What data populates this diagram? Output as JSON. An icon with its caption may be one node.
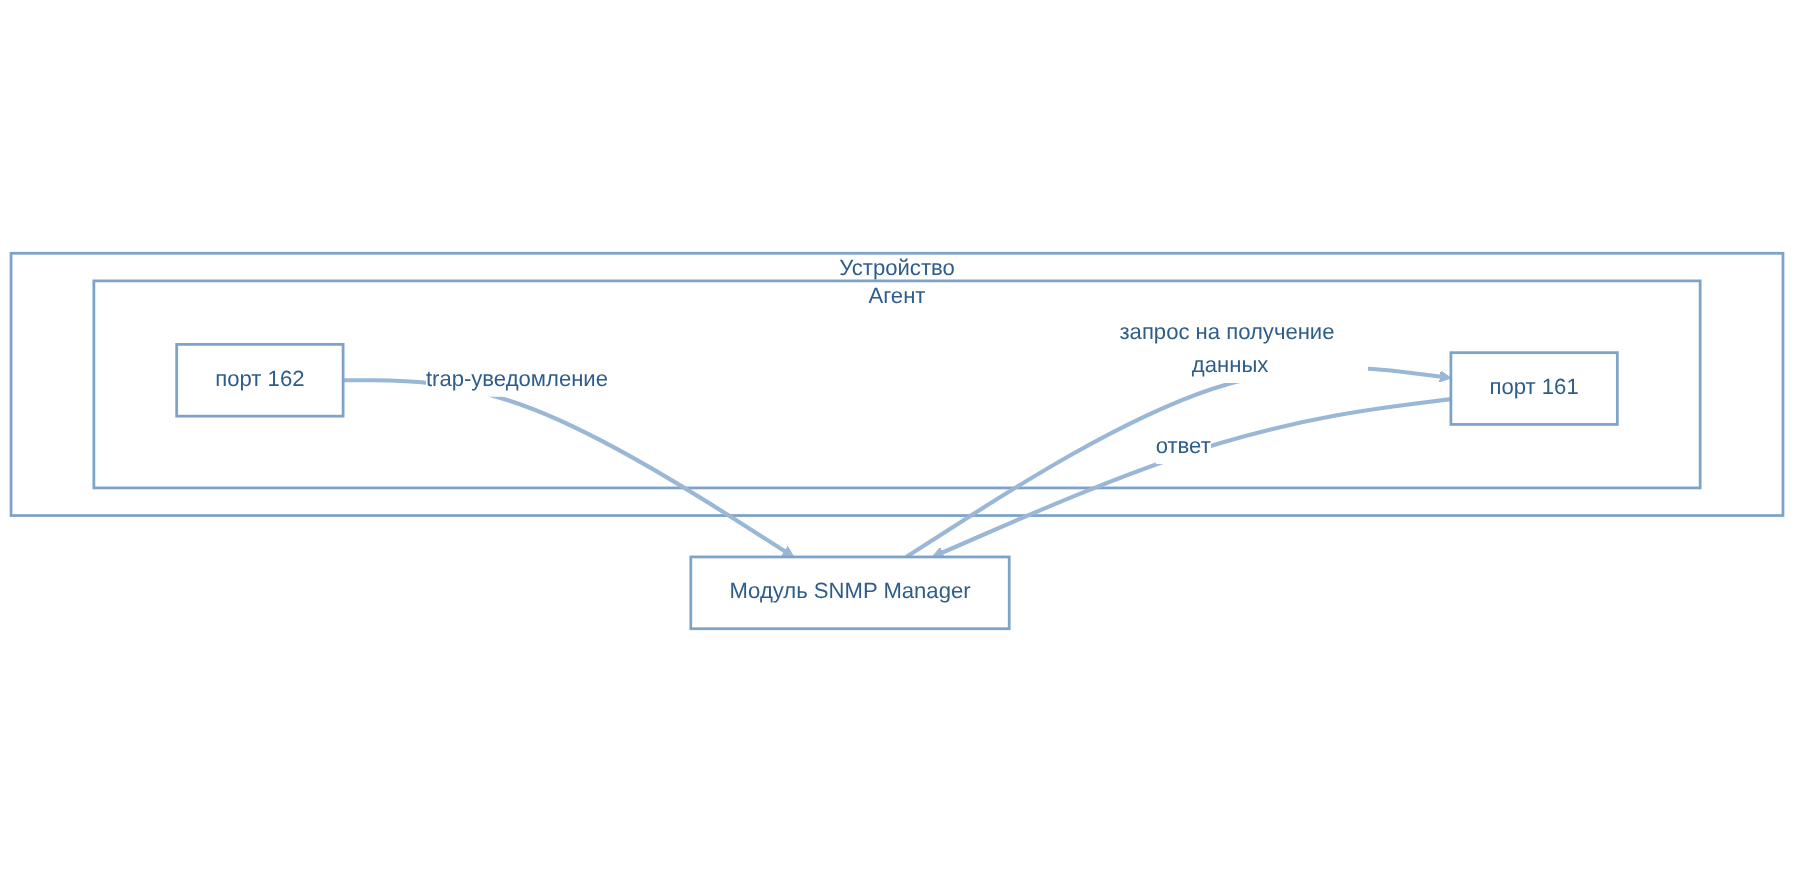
{
  "diagram": {
    "nodes": [
      {
        "text": [
          "Модуль SNMP Manager"
        ]
      },
      {
        "text": [
          "Устройство"
        ]
      },
      {
        "text": [
          "Агент"
        ],
        "in": 1
      },
      {
        "text": [
          "порт 161"
        ],
        "in": 2
      },
      {
        "text": [
          "порт 162"
        ],
        "in": 2
      }
    ],
    "edges": [
      {
        "from": 0,
        "to": 3,
        "arrow": "to",
        "label": "запрос на получение данных"
      },
      {
        "from": 3,
        "to": 0,
        "arrow": "to",
        "label": "ответ"
      },
      {
        "from": 4,
        "to": 0,
        "arrow": "to",
        "label": "trap-уведомление"
      }
    ]
  }
}
